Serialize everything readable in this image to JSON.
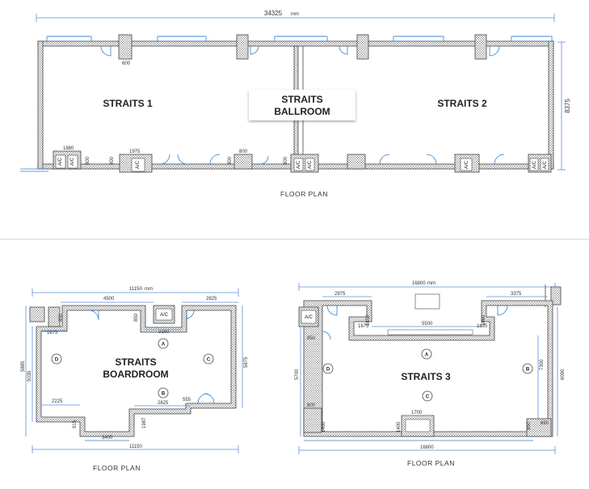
{
  "ballroom": {
    "overall_width": "34325",
    "unit": "mm",
    "height_dim": "8375",
    "room_left": "STRAITS 1",
    "room_right": "STRAITS 2",
    "center_label_line1": "STRAITS",
    "center_label_line2": "BALLROOM",
    "ac_label": "A/C",
    "dims": [
      "1880",
      "1975",
      "800",
      "800",
      "800",
      "800",
      "800",
      "600"
    ],
    "plan_label": "FLOOR PLAN"
  },
  "boardroom": {
    "top_width": "11150",
    "unit": "mm",
    "bottom_width": "11150",
    "dims_top": [
      "4500",
      "2825"
    ],
    "dim_1675": "1675",
    "dim_2150": "2150",
    "dim_850": "850",
    "dim_850b": "850",
    "dim_5885": "5885",
    "dim_5035": "5035",
    "dim_5875": "5875",
    "dim_2225": "2225",
    "dim_2825b": "2825",
    "dim_555": "555",
    "dim_915": "915",
    "dim_1987": "1987",
    "dim_3400": "3400",
    "ac_label": "A/C",
    "room_line1": "STRAITS",
    "room_line2": "BOARDROOM",
    "markers": [
      "A",
      "B",
      "C",
      "D"
    ],
    "plan_label": "FLOOR PLAN"
  },
  "straits3": {
    "top_width": "16800",
    "unit": "mm",
    "bottom_width": "16800",
    "dim_2975": "2975",
    "dim_3375": "3375",
    "dim_5500": "5500",
    "dim_1675a": "1675",
    "dim_1675b": "1675",
    "dim_1850": "1850",
    "dim_1860": "1860",
    "dim_850": "850",
    "dim_5700": "5700",
    "dim_7300": "7300",
    "dim_6090": "6090",
    "dim_1700": "1700",
    "dim_1400a": "1400",
    "dim_1400b": "1400",
    "dim_800": "800",
    "dim_850b": "850",
    "dim_650": "650",
    "ac_label": "A/C",
    "room_label": "STRAITS 3",
    "markers": [
      "A",
      "B",
      "C",
      "D"
    ],
    "plan_label": "FLOOR PLAN"
  }
}
